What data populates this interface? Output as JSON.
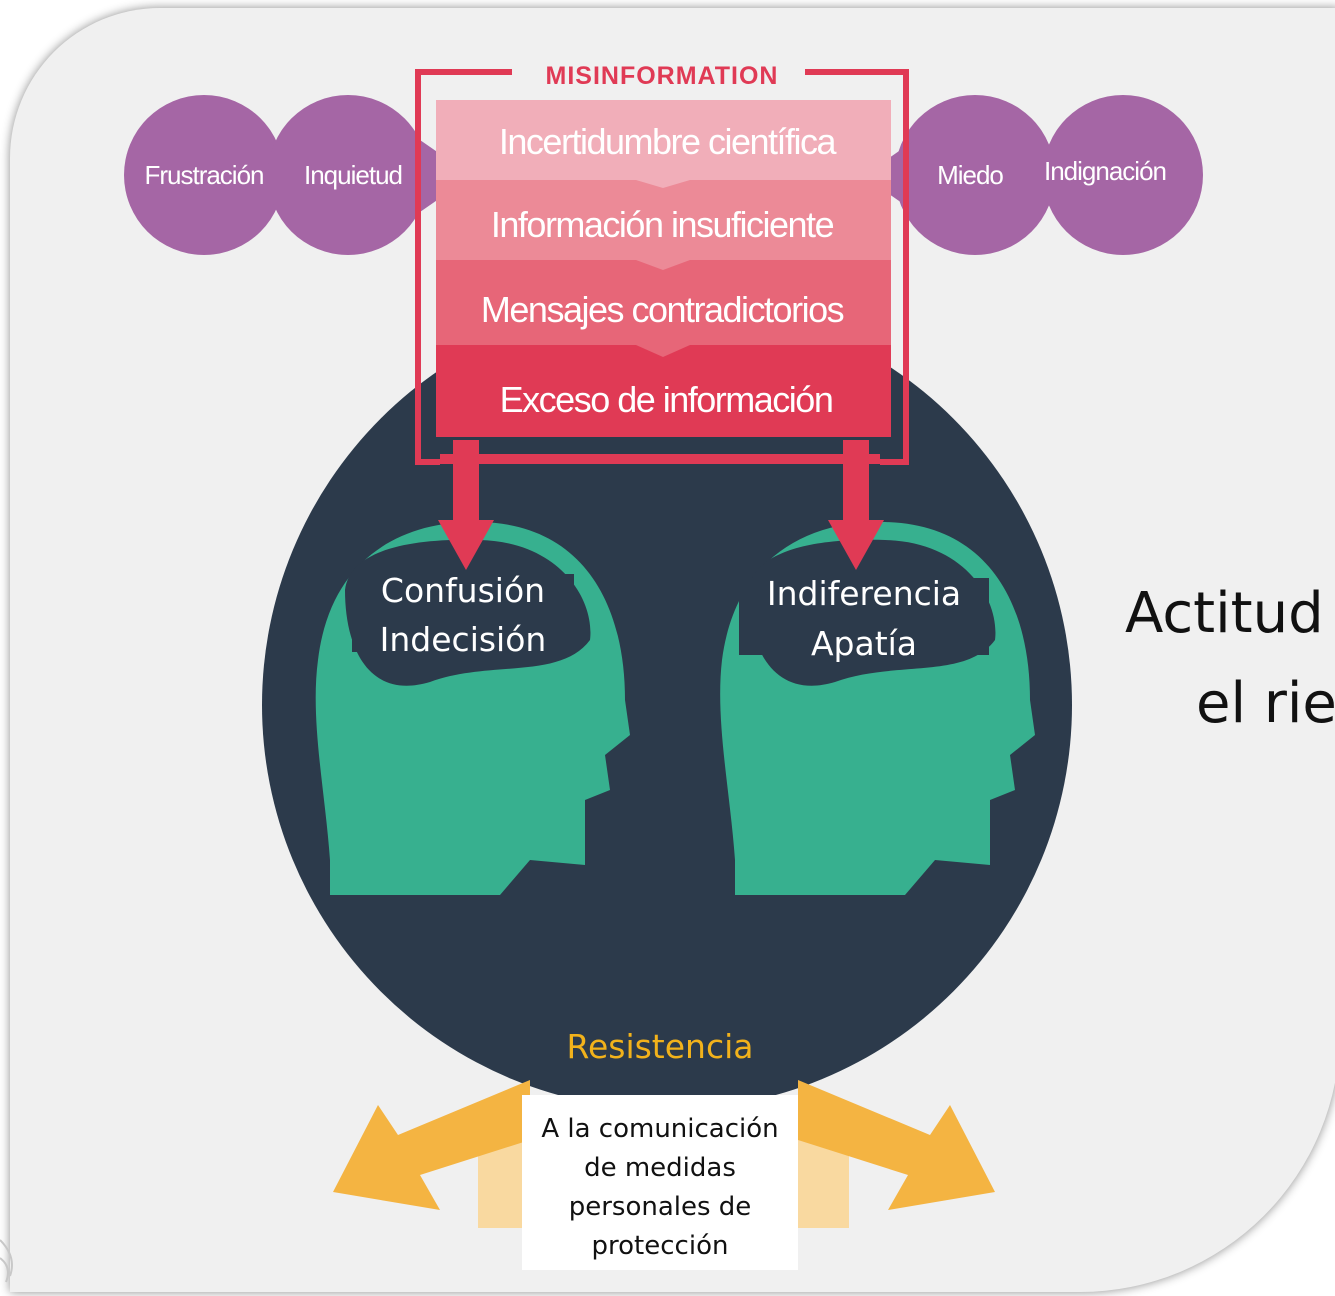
{
  "header_label": "MISINFORMATION",
  "left_emotions": [
    "Frustración",
    "Inquietud"
  ],
  "right_emotions": [
    "Miedo",
    "Indignación"
  ],
  "layers": [
    "Incertidumbre científica",
    "Información insuficiente",
    "Mensajes contradictorios",
    "Exceso de información"
  ],
  "heads": {
    "left": {
      "line1": "Confusión",
      "line2": "Indecisión"
    },
    "right": {
      "line1": "Indiferencia",
      "line2": "Apatía"
    }
  },
  "resistance": {
    "title": "Resistencia",
    "description_lines": [
      "A la comunicación",
      "de medidas",
      "personales de",
      "protección"
    ]
  },
  "side_title": {
    "line1": "Actitud",
    "line2": "el rie"
  },
  "colors": {
    "frame_bg": "#f0f0f0",
    "purple": "#a566a5",
    "dark_circle": "#2c3a4b",
    "teal": "#37b08f",
    "red_accent": "#e03a55",
    "orange": "#f4b442",
    "resistance_text": "#f2b21b"
  }
}
